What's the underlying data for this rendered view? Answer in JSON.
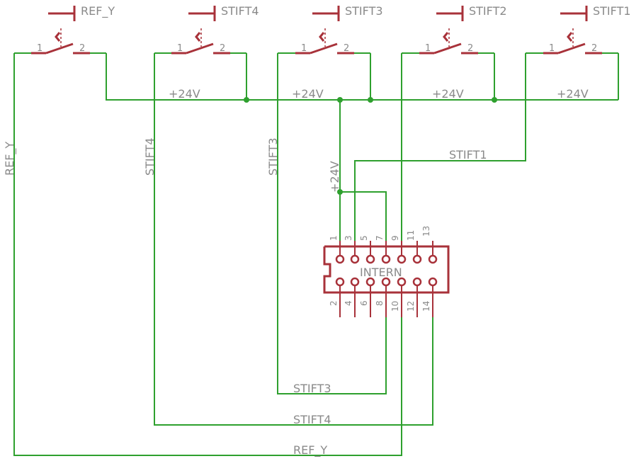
{
  "switches": [
    {
      "name": "REF_Y",
      "pin1": "1",
      "pin2": "2"
    },
    {
      "name": "STIFT4",
      "pin1": "1",
      "pin2": "2"
    },
    {
      "name": "STIFT3",
      "pin1": "1",
      "pin2": "2"
    },
    {
      "name": "STIFT2",
      "pin1": "1",
      "pin2": "2"
    },
    {
      "name": "STIFT1",
      "pin1": "1",
      "pin2": "2"
    }
  ],
  "supply_labels": [
    "+24V",
    "+24V",
    "+24V",
    "+24V"
  ],
  "vertical_labels": {
    "ref_y": "REF_Y",
    "stift4": "STIFT4",
    "stift3": "STIFT3",
    "supply": "+24V"
  },
  "net_labels": {
    "stift1": "STIFT1",
    "stift3": "STIFT3",
    "stift4": "STIFT4",
    "ref_y": "REF_Y"
  },
  "connector": {
    "name": "INTERN",
    "top_pins": [
      "1",
      "3",
      "5",
      "7",
      "9",
      "11",
      "13"
    ],
    "bottom_pins": [
      "2",
      "4",
      "6",
      "8",
      "10",
      "12",
      "14"
    ]
  },
  "colors": {
    "wire": "#2ea02e",
    "part": "#a8323a",
    "label": "#8a8a8a"
  }
}
